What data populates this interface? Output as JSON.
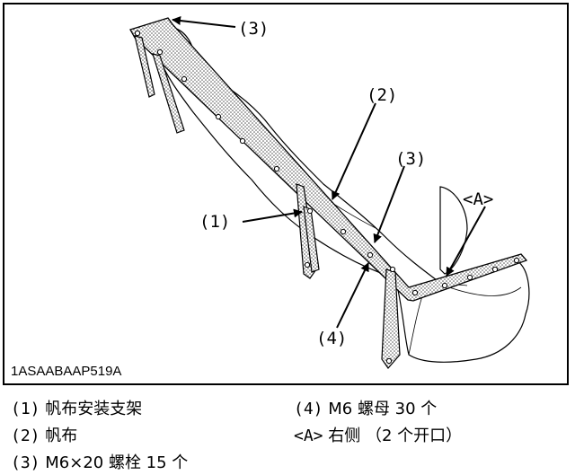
{
  "figure": {
    "code": "1ASAABAAP519A",
    "callouts": {
      "c3_top": "(3)",
      "c2": "(2)",
      "c3_mid": "(3)",
      "cA": "<A>",
      "c1": "(1)",
      "c4": "(4)"
    }
  },
  "legend": [
    {
      "num": "(1)",
      "text": "帆布安装支架"
    },
    {
      "num": "(2)",
      "text": "帆布"
    },
    {
      "num": "(3)",
      "text": "M6×20 螺栓 15 个"
    },
    {
      "num": "(4)",
      "text": "M6 螺母 30 个"
    },
    {
      "num": "<A>",
      "text": "右侧 （2 个开口）"
    }
  ]
}
